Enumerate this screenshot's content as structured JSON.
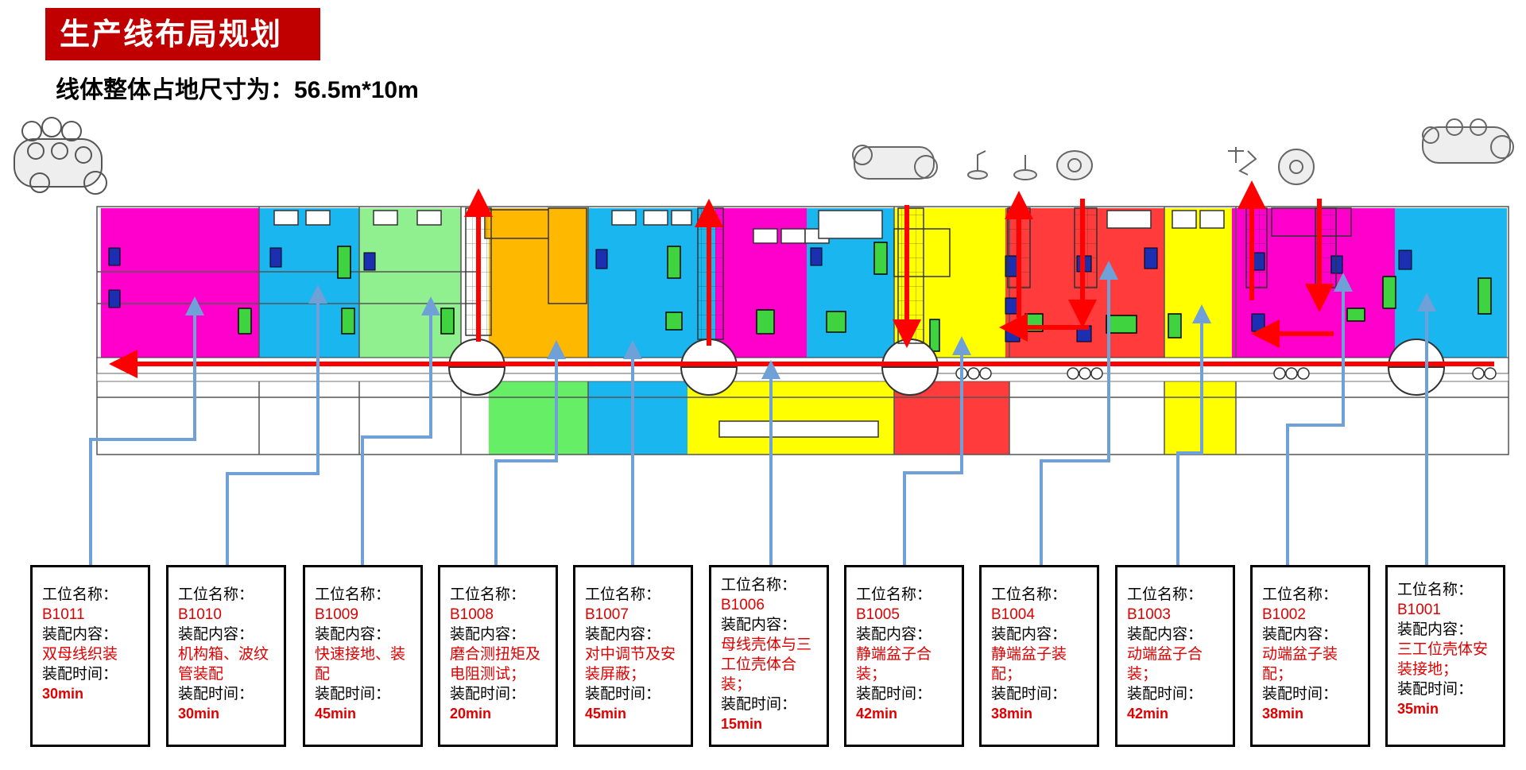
{
  "page": {
    "title": "生产线布局规划",
    "subtitle_prefix": "线体整体占地尺寸为：",
    "subtitle_value": "56.5m*10m"
  },
  "labels": {
    "station_name": "工位名称：",
    "assembly_content": "装配内容：",
    "assembly_time": "装配时间："
  },
  "zone_colors": {
    "magenta": "#ff00cc",
    "cyan": "#1ab6f0",
    "light_green": "#90f090",
    "orange": "#ffb800",
    "green": "#66ee66",
    "yellow": "#ffff00",
    "red": "#ff3b3b",
    "arrow_red": "#ff0000",
    "leader_blue": "#6fa0d8"
  },
  "stations": [
    {
      "code": "B1011",
      "content": "双母线织装",
      "time": "30min"
    },
    {
      "code": "B1010",
      "content": "机构箱、波纹管装配",
      "time": "30min"
    },
    {
      "code": "B1009",
      "content": "快速接地、装配",
      "time": "45min"
    },
    {
      "code": "B1008",
      "content": "磨合测扭矩及电阻测试；",
      "time": "20min"
    },
    {
      "code": "B1007",
      "content": "对中调节及安装屏蔽；",
      "time": "45min"
    },
    {
      "code": "B1006",
      "content": "母线壳体与三工位壳体合装；",
      "time": "15min"
    },
    {
      "code": "B1005",
      "content": "静端盆子合装；",
      "time": "42min"
    },
    {
      "code": "B1004",
      "content": "静端盆子装配；",
      "time": "38min"
    },
    {
      "code": "B1003",
      "content": "动端盆子合装；",
      "time": "42min"
    },
    {
      "code": "B1002",
      "content": "动端盆子装配；",
      "time": "38min"
    },
    {
      "code": "B1001",
      "content": "三工位壳体安装接地；",
      "time": "35min"
    }
  ]
}
